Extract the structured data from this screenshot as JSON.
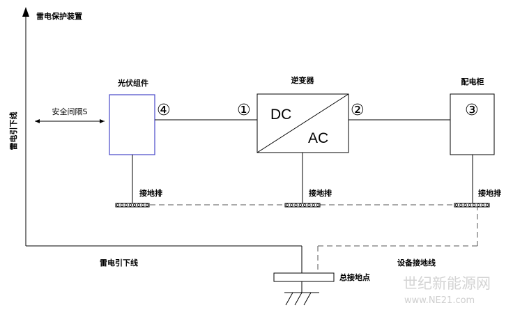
{
  "labels": {
    "lightning_device": "雷电保护装置",
    "down_conductor_vertical": "雷电引下线",
    "down_conductor_horizontal": "雷电引下线",
    "safety_gap": "安全间隔S",
    "pv_module": "光伏组件",
    "inverter": "逆变器",
    "distribution_cabinet": "配电柜",
    "inverter_dc": "DC",
    "inverter_ac": "AC",
    "marker_1": "①",
    "marker_2": "②",
    "marker_3": "③",
    "marker_4": "④",
    "busbar_pv": "接地排",
    "busbar_inverter": "接地排",
    "busbar_cabinet": "接地排",
    "equipment_ground_line": "设备接地线",
    "main_ground_point": "总接地点"
  },
  "watermark": {
    "line1": "世纪新能源网",
    "line2": "www.NE21.com"
  },
  "colors": {
    "pv_module_border": "#4646c8",
    "line": "#000000",
    "dashed_line": "#555555"
  }
}
